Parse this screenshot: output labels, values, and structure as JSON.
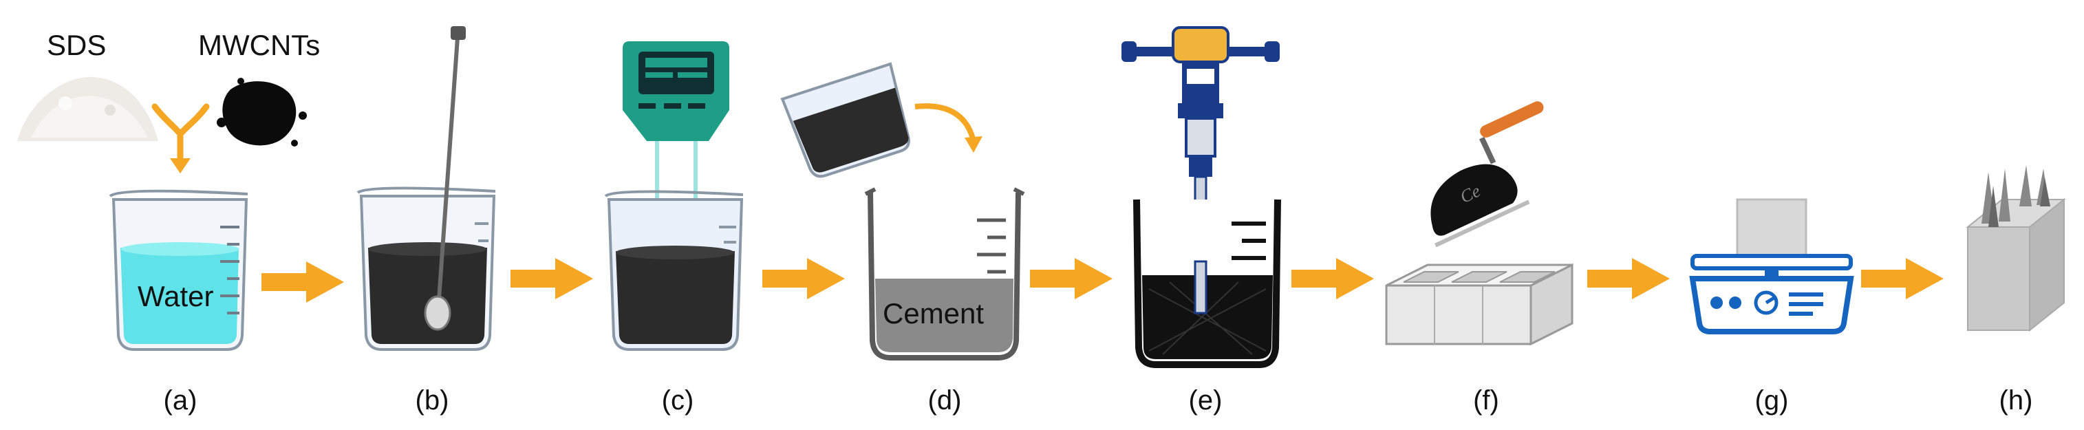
{
  "top_labels": {
    "sds": "SDS",
    "mwcnts": "MWCNTs"
  },
  "inline_labels": {
    "water": "Water",
    "cement": "Cement",
    "trowel_text": "Ce"
  },
  "step_labels": [
    "(a)",
    "(b)",
    "(c)",
    "(d)",
    "(e)",
    "(f)",
    "(g)",
    "(h)"
  ],
  "colors": {
    "arrow": "#f5a623",
    "water": "#4fe0e6",
    "dispersion": "#2b2b2b",
    "cement": "#8a8a8a",
    "meter": "#1e9e87",
    "scale": "#1565c0",
    "probe": "#1a3a8a",
    "trowel_handle": "#e0772a"
  },
  "icons": {
    "a": "beaker-water-icon",
    "b": "beaker-stirring-icon",
    "c": "ph-meter-beaker-icon",
    "d": "pouring-into-cement-icon",
    "e": "ultrasonic-mixer-icon",
    "f": "mold-trowel-icon",
    "g": "weighing-scale-icon",
    "h": "cube-electrodes-icon"
  }
}
